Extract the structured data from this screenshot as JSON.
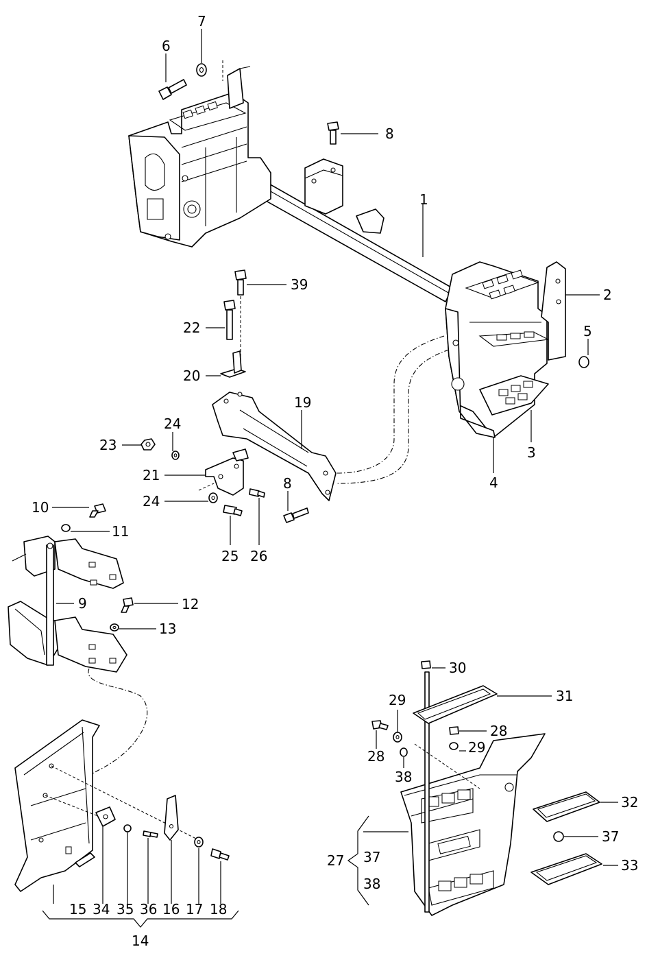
{
  "callouts": [
    {
      "id": "c1",
      "text": "1"
    },
    {
      "id": "c2",
      "text": "2"
    },
    {
      "id": "c3",
      "text": "3"
    },
    {
      "id": "c4",
      "text": "4"
    },
    {
      "id": "c5",
      "text": "5"
    },
    {
      "id": "c6",
      "text": "6"
    },
    {
      "id": "c7",
      "text": "7"
    },
    {
      "id": "c8a",
      "text": "8"
    },
    {
      "id": "c8b",
      "text": "8"
    },
    {
      "id": "c9",
      "text": "9"
    },
    {
      "id": "c10",
      "text": "10"
    },
    {
      "id": "c11",
      "text": "11"
    },
    {
      "id": "c12",
      "text": "12"
    },
    {
      "id": "c13",
      "text": "13"
    },
    {
      "id": "c14",
      "text": "14"
    },
    {
      "id": "c15",
      "text": "15"
    },
    {
      "id": "c16",
      "text": "16"
    },
    {
      "id": "c17",
      "text": "17"
    },
    {
      "id": "c18",
      "text": "18"
    },
    {
      "id": "c19",
      "text": "19"
    },
    {
      "id": "c20",
      "text": "20"
    },
    {
      "id": "c21",
      "text": "21"
    },
    {
      "id": "c22",
      "text": "22"
    },
    {
      "id": "c23",
      "text": "23"
    },
    {
      "id": "c24a",
      "text": "24"
    },
    {
      "id": "c24b",
      "text": "24"
    },
    {
      "id": "c25",
      "text": "25"
    },
    {
      "id": "c26",
      "text": "26"
    },
    {
      "id": "c27",
      "text": "27"
    },
    {
      "id": "c28a",
      "text": "28"
    },
    {
      "id": "c28b",
      "text": "28"
    },
    {
      "id": "c29a",
      "text": "29"
    },
    {
      "id": "c29b",
      "text": "29"
    },
    {
      "id": "c30",
      "text": "30"
    },
    {
      "id": "c31",
      "text": "31"
    },
    {
      "id": "c32",
      "text": "32"
    },
    {
      "id": "c33",
      "text": "33"
    },
    {
      "id": "c34",
      "text": "34"
    },
    {
      "id": "c35",
      "text": "35"
    },
    {
      "id": "c36",
      "text": "36"
    },
    {
      "id": "c37a",
      "text": "37"
    },
    {
      "id": "c37b",
      "text": "37"
    },
    {
      "id": "c38a",
      "text": "38"
    },
    {
      "id": "c38b",
      "text": "38"
    },
    {
      "id": "c39",
      "text": "39"
    }
  ]
}
